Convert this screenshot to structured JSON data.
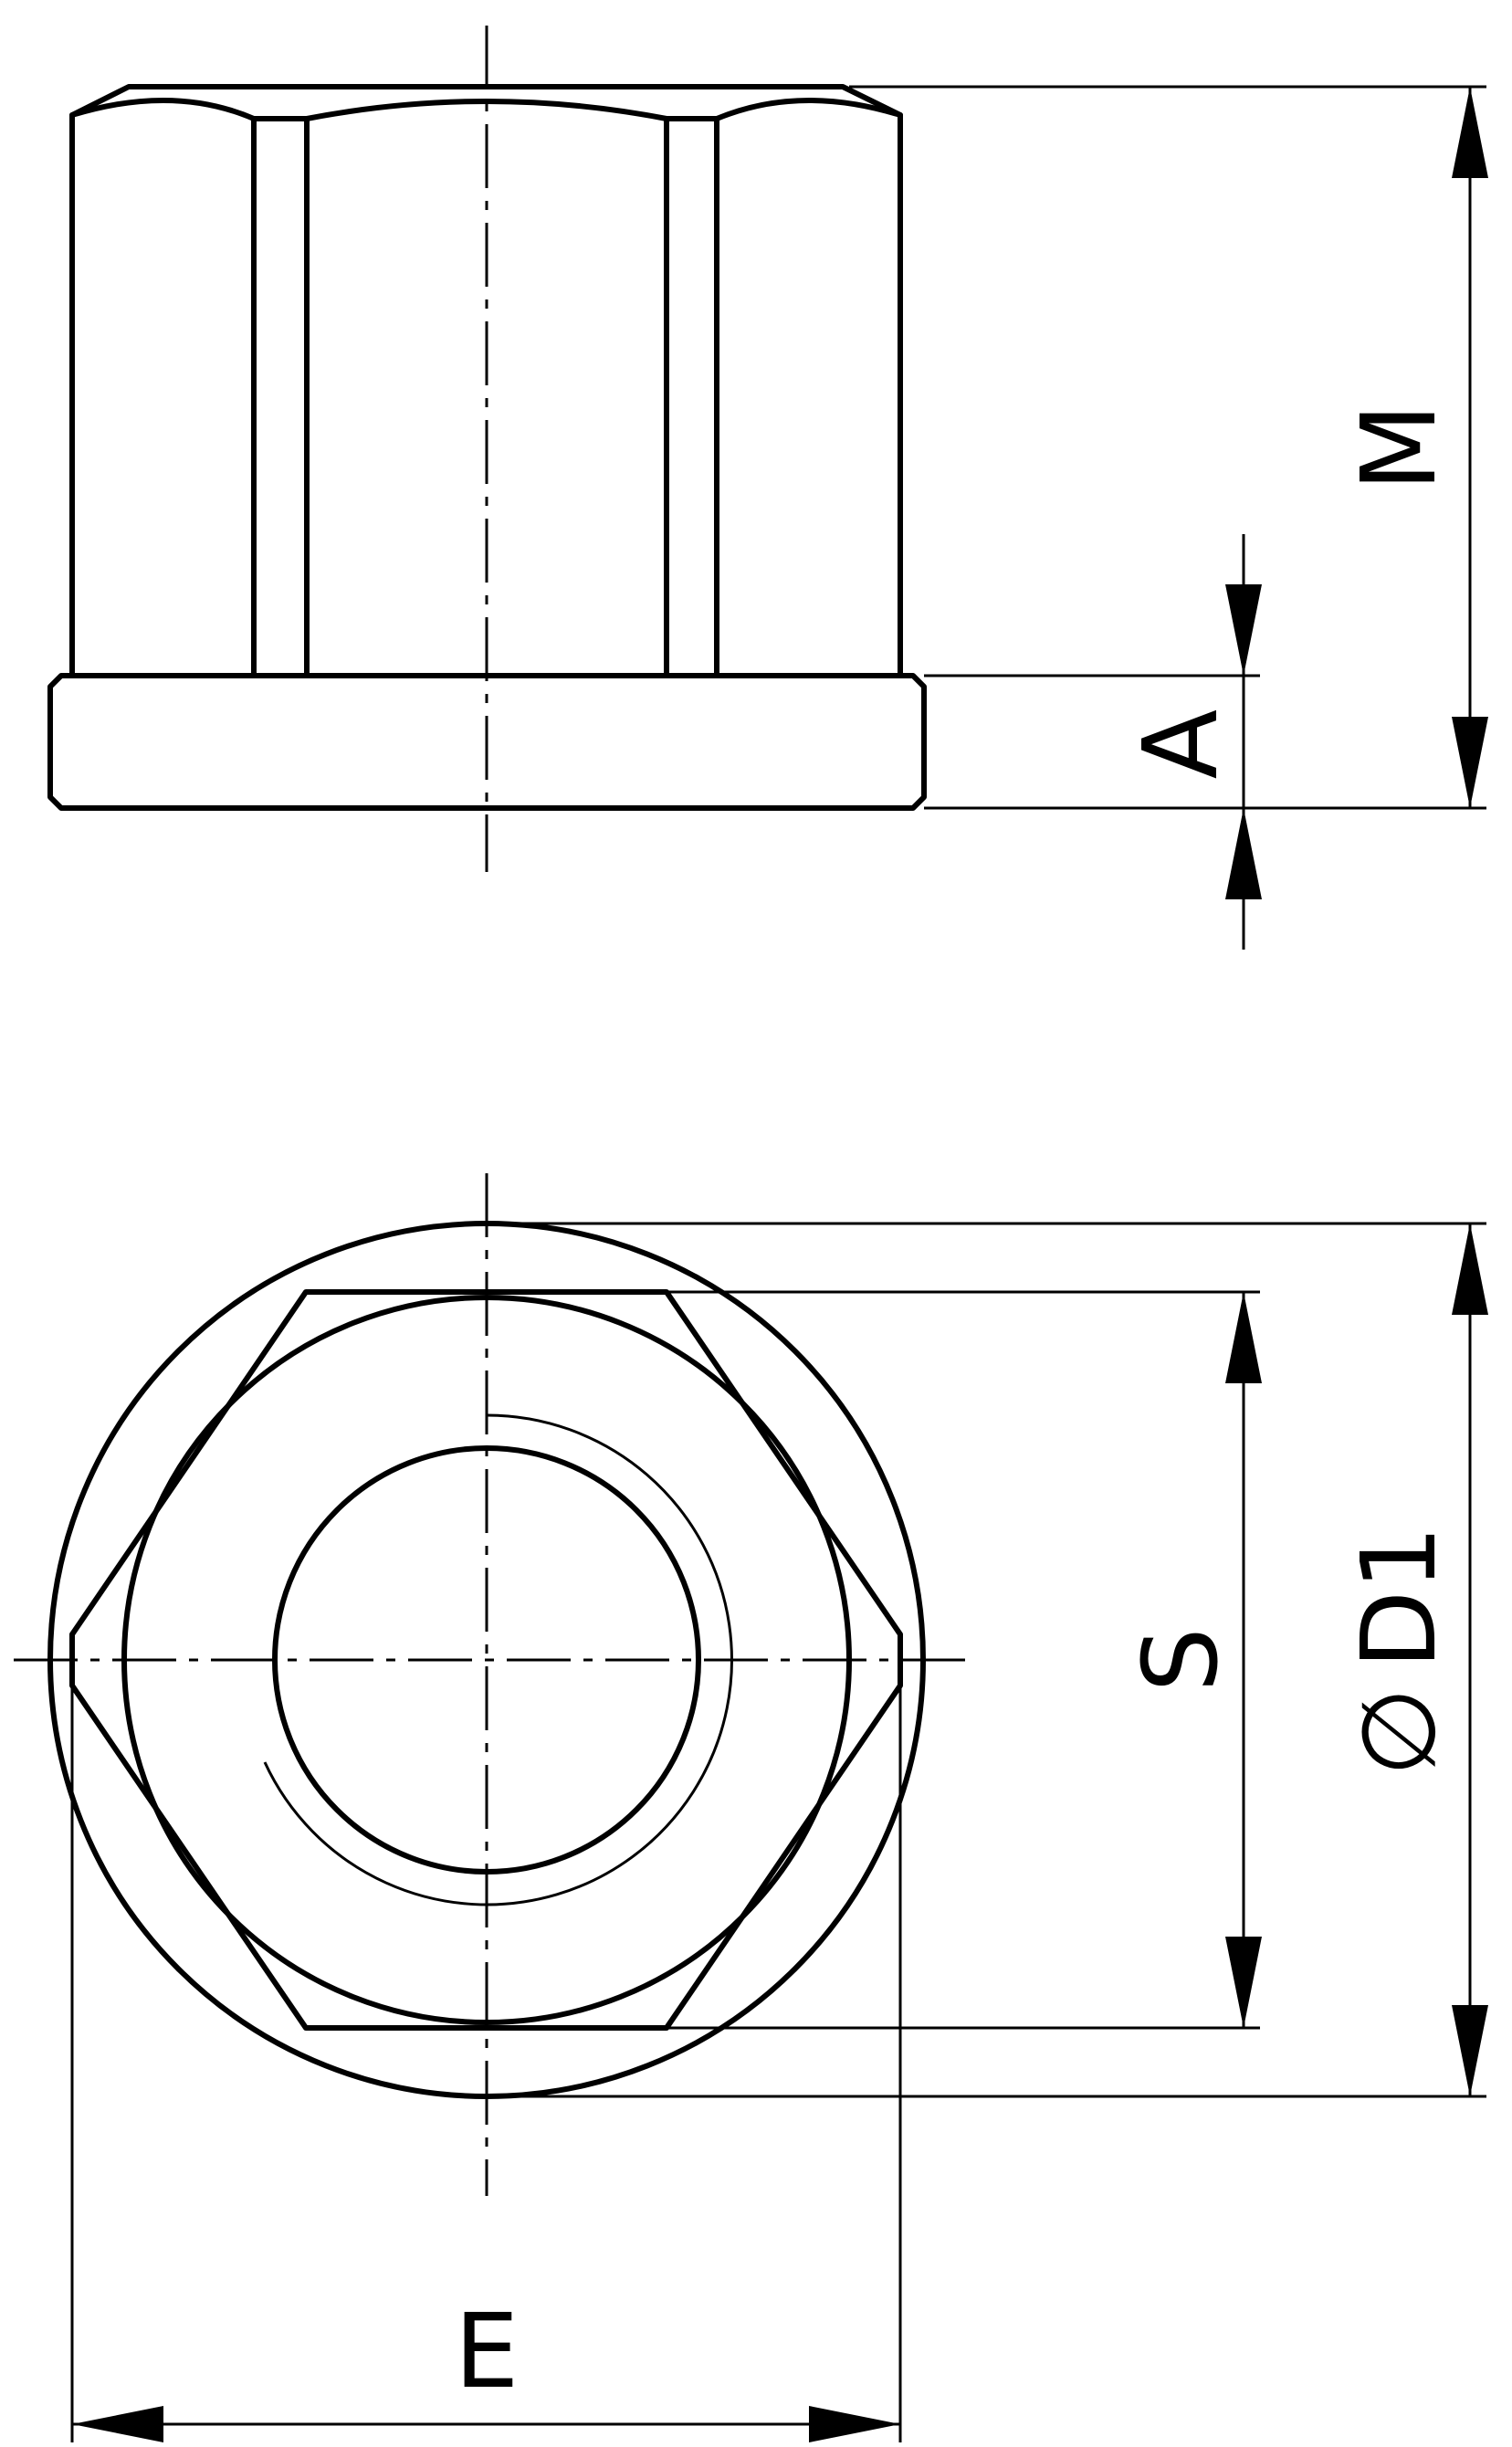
{
  "dimensions": {
    "M": "M",
    "A": "A",
    "S": "S",
    "D1_symbol": "∅",
    "D1": "D1",
    "E": "E"
  }
}
